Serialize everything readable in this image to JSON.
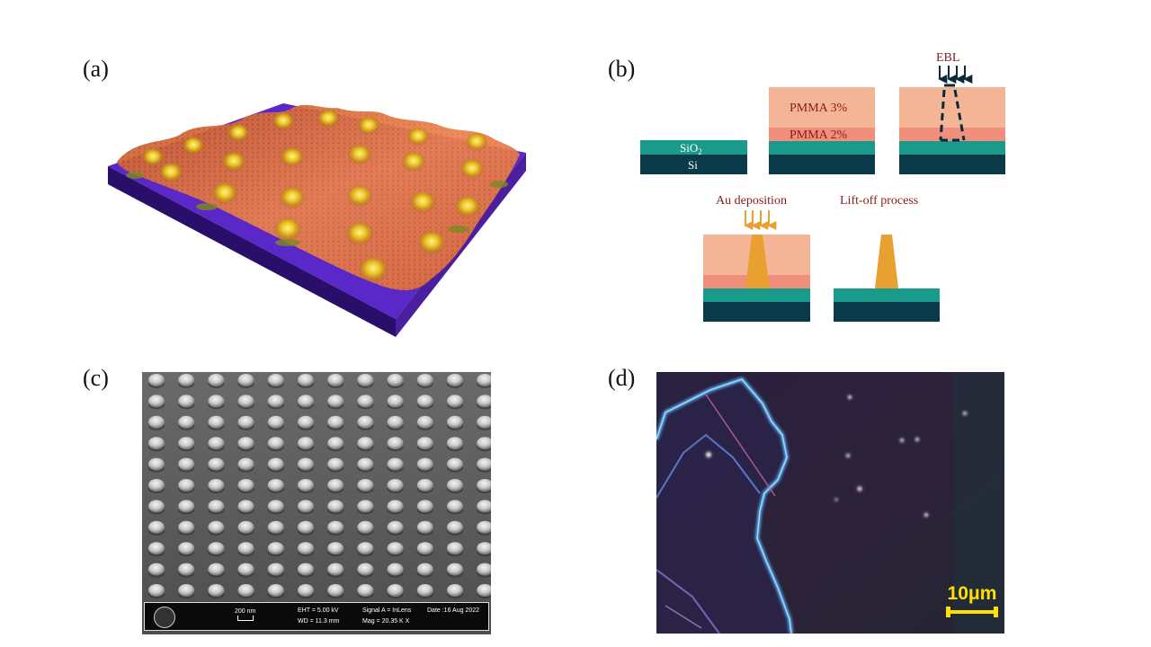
{
  "panels": {
    "a": {
      "label": "(a)"
    },
    "b": {
      "label": "(b)",
      "layer_sio2": "SiO",
      "layer_sio2_sub": "2",
      "layer_si": "Si",
      "pmma3": "PMMA 3%",
      "pmma2": "PMMA 2%",
      "ebl": "EBL",
      "au_deposition": "Au deposition",
      "liftoff": "Lift-off process"
    },
    "c": {
      "label": "(c)",
      "scale": "200 nm",
      "eht": "EHT = 5.00 kV",
      "wd": "WD = 11.3 mm",
      "signal": "Signal A = InLens",
      "mag": "Mag = 20.35 K X",
      "date": "Date :16 Aug 2022"
    },
    "d": {
      "label": "(d)",
      "scale": "10μm"
    }
  },
  "colors": {
    "substrate_purple": "#3d1a8c",
    "graphene_orange": "#e8703a",
    "gold": "#e0b020",
    "sio2_teal": "#1a9a8a",
    "si_dark": "#0a3a4a",
    "pmma3": "#f4b596",
    "pmma2": "#f28f7c",
    "au_orange": "#e8a030",
    "dark_red_text": "#8b1a1a",
    "scale_yellow": "#ffe000"
  }
}
